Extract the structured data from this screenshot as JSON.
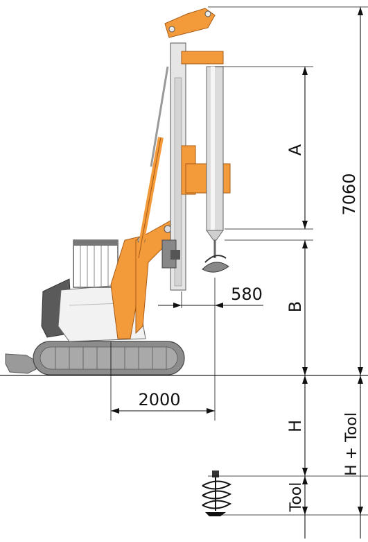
{
  "dimensions": {
    "overall_height": "7060",
    "stroke_a": "A",
    "clearance_b": "B",
    "offset_580": "580",
    "reach_2000": "2000",
    "depth_h": "H",
    "tool": "Tool",
    "h_plus_tool": "H + Tool"
  },
  "colors": {
    "rig_orange": "#f39a3a",
    "mast_gray": "#e6e6e6",
    "body_white": "#f2f2f2",
    "track_gray": "#8c8c8c",
    "cab_gray": "#6e6e6e"
  }
}
